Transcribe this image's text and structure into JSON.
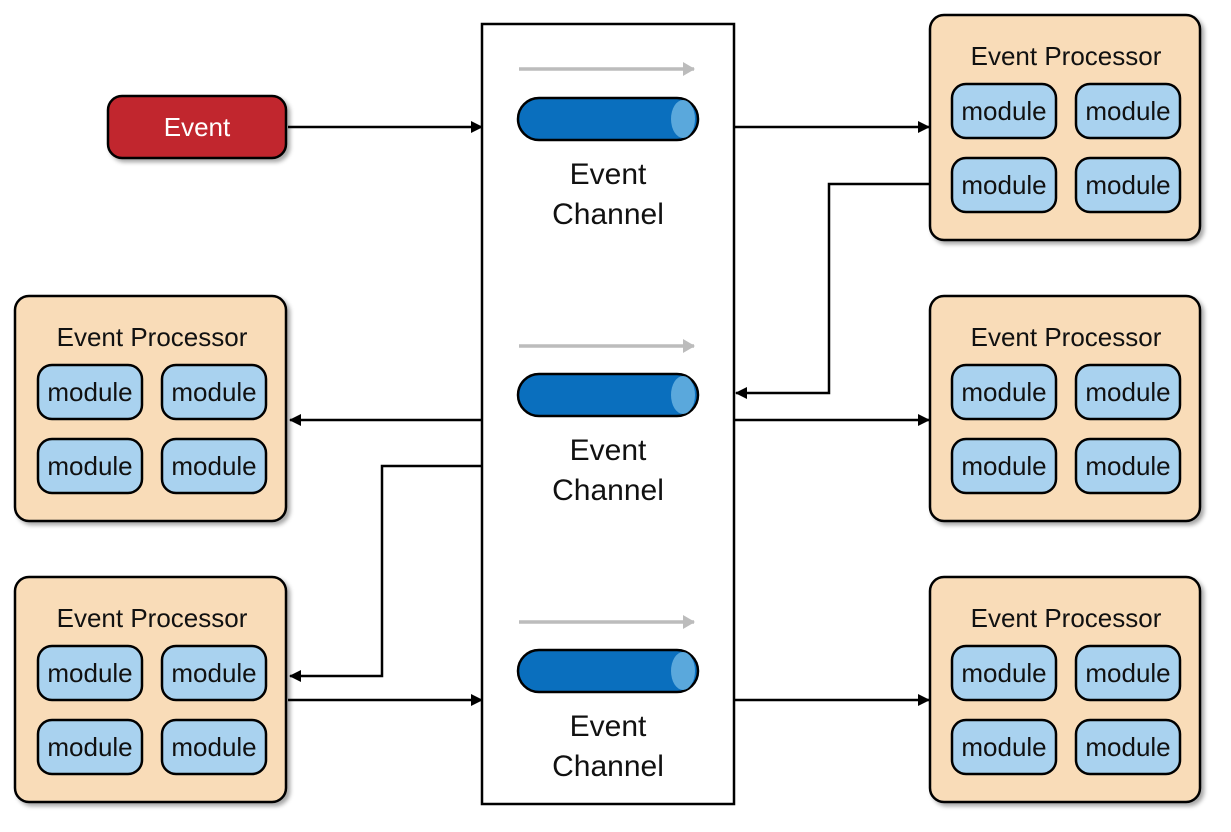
{
  "colors": {
    "event_fill": "#c1272d",
    "event_text": "#ffffff",
    "processor_fill": "#f9dcb8",
    "module_fill": "#a9d2ef",
    "channel_fill": "#0a6fbe",
    "channel_cap": "#5aa8dc",
    "flow_arrow": "#bcbcbc",
    "line": "#000000"
  },
  "event": {
    "label": "Event"
  },
  "channels": [
    {
      "label_line1": "Event",
      "label_line2": "Channel"
    },
    {
      "label_line1": "Event",
      "label_line2": "Channel"
    },
    {
      "label_line1": "Event",
      "label_line2": "Channel"
    }
  ],
  "processors": [
    {
      "title": "Event Processor",
      "modules": [
        "module",
        "module",
        "module",
        "module"
      ]
    },
    {
      "title": "Event Processor",
      "modules": [
        "module",
        "module",
        "module",
        "module"
      ]
    },
    {
      "title": "Event Processor",
      "modules": [
        "module",
        "module",
        "module",
        "module"
      ]
    },
    {
      "title": "Event Processor",
      "modules": [
        "module",
        "module",
        "module",
        "module"
      ]
    },
    {
      "title": "Event Processor",
      "modules": [
        "module",
        "module",
        "module",
        "module"
      ]
    }
  ]
}
